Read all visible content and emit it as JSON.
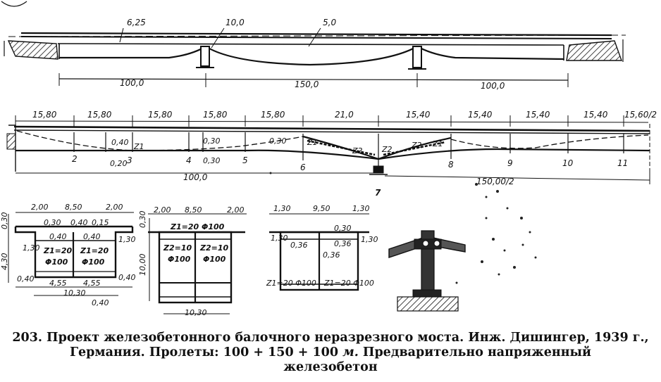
{
  "elevation": {
    "heights": [
      "6,25",
      "10,0",
      "5,0"
    ],
    "spans": [
      "100,0",
      "150,0",
      "100,0"
    ]
  },
  "long_section": {
    "panels": [
      "15,80",
      "15,80",
      "15,80",
      "15,80",
      "15,80",
      "21,0",
      "15,40",
      "15,40",
      "15,40",
      "15,40",
      "15,60/2"
    ],
    "points": [
      "2",
      "3",
      "4",
      "5",
      "6",
      "7",
      "8",
      "9",
      "10",
      "11"
    ],
    "thick_labels": [
      "0,40",
      "0,20",
      "0,30",
      "0,30",
      "0,30"
    ],
    "cable_labels": [
      "Z1",
      "Z1",
      "Z2",
      "Z2",
      "Z2",
      "Z1"
    ],
    "bottom_dims": [
      "100,0",
      "150,00/2"
    ]
  },
  "section_a": {
    "top_dims": [
      "2,00",
      "8,50",
      "2,00"
    ],
    "inner": [
      "0,30",
      "0,40",
      "0,15",
      "0,40",
      "0,40",
      "1,30",
      "1,30",
      "0,40",
      "0,40"
    ],
    "cables": [
      "Z1=20",
      "Z1=20",
      "Φ100",
      "Φ100"
    ],
    "height": "4,30",
    "side": "0,30",
    "bottom_dims": [
      "4,55",
      "4,55"
    ],
    "total": "10,30",
    "under": "0,40"
  },
  "section_b": {
    "top_dims": [
      "2,00",
      "8,50",
      "2,00"
    ],
    "top_cable": "Z1=20 Φ100",
    "cables": [
      "Z2=10",
      "Z2=10",
      "Φ100",
      "Φ100"
    ],
    "height": "10,00",
    "side": "0,30",
    "total": "10,30"
  },
  "section_c": {
    "top_dims": [
      "1,30",
      "9,50",
      "1,30"
    ],
    "inner": [
      "1,30",
      "0,30",
      "0,36",
      "0,36",
      "0,36",
      "1,30"
    ],
    "cables": [
      "Z1=20 Φ100",
      "Z1=20 Φ100"
    ]
  },
  "caption": {
    "line1": "203. Проект железобетонного балочного неразрезного моста. Инж. Дишингер, 1939 г.,",
    "line2a": "Германия. Пролеты: 100 + 150 + 100",
    "line2_unit": "м.",
    "line2b": "Предварительно напряженный",
    "line3": "железобетон"
  }
}
